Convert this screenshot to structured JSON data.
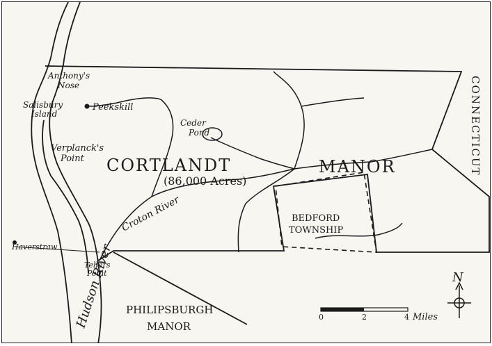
{
  "labels": {
    "cortlandt": "CORTLANDT",
    "manor": "MANOR",
    "acres": "(86,000 Acres)",
    "connecticut": "CONNECTICUT",
    "bedford_line1": "BEDFORD",
    "bedford_line2": "TOWNSHIP",
    "philipsburgh_line1": "PHILIPSBURGH",
    "philipsburgh_line2": "MANOR",
    "anthonys_line1": "Anthony's",
    "anthonys_line2": "Nose",
    "salisbury_line1": "Salisbury",
    "salisbury_line2": "Island",
    "peekskill": "Peekskill",
    "ceder_line1": "Ceder",
    "ceder_line2": "Pond",
    "verplanck_line1": "Verplanck's",
    "verplanck_line2": "Point",
    "croton_river": "Croton River",
    "haverstraw": "Haverstraw",
    "tellers_line1": "Tellers",
    "tellers_line2": "Point",
    "hudson_river": "Hudson River"
  },
  "scale_bar": {
    "ticks": [
      "0",
      "2",
      "4"
    ],
    "unit": "Miles"
  },
  "north_arrow": {
    "label": "N"
  },
  "colors": {
    "ink": "#1a1a1a",
    "paper": "#f7f6f1"
  }
}
